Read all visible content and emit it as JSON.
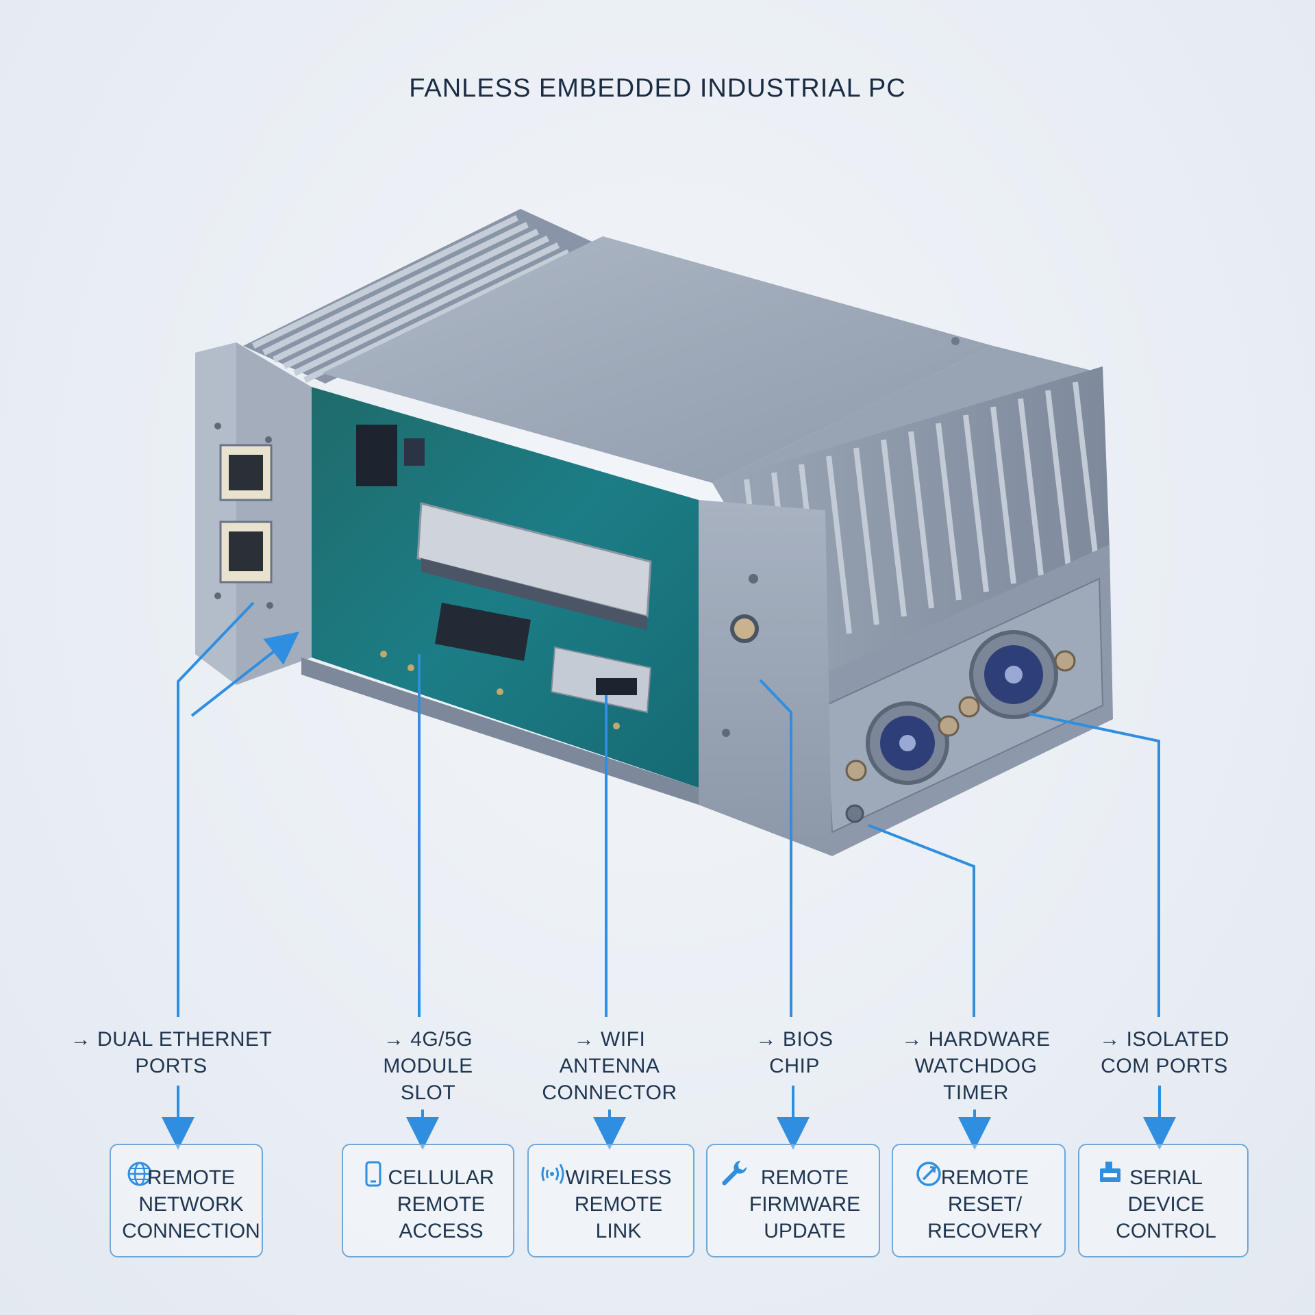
{
  "title": "FANLESS EMBEDDED INDUSTRIAL PC",
  "accent_color": "#2f8ee0",
  "callouts": [
    {
      "id": "ethernet",
      "label": "→ DUAL ETHERNET\nPORTS",
      "box_text": "REMOTE\nNETWORK\nCONNECTION",
      "icon": "globe-icon"
    },
    {
      "id": "cellular",
      "label": "→ 4G/5G\nMODULE\nSLOT",
      "box_text": "CELLULAR\nREMOTE\nACCESS",
      "icon": "phone-icon"
    },
    {
      "id": "wifi",
      "label": "→ WIFI\nANTENNA\nCONNECTOR",
      "box_text": "WIRELESS\nREMOTE\nLINK",
      "icon": "wireless-icon"
    },
    {
      "id": "bios",
      "label": "→ BIOS\nCHIP",
      "box_text": "REMOTE\nFIRMWARE\nUPDATE",
      "icon": "wrench-icon"
    },
    {
      "id": "watchdog",
      "label": "→ HARDWARE\nWATCHDOG\nTIMER",
      "box_text": "REMOTE\nRESET/\nRECOVERY",
      "icon": "reset-icon"
    },
    {
      "id": "com",
      "label": "→ ISOLATED\nCOM PORTS",
      "box_text": "SERIAL\nDEVICE\nCONTROL",
      "icon": "serial-device-icon"
    }
  ]
}
